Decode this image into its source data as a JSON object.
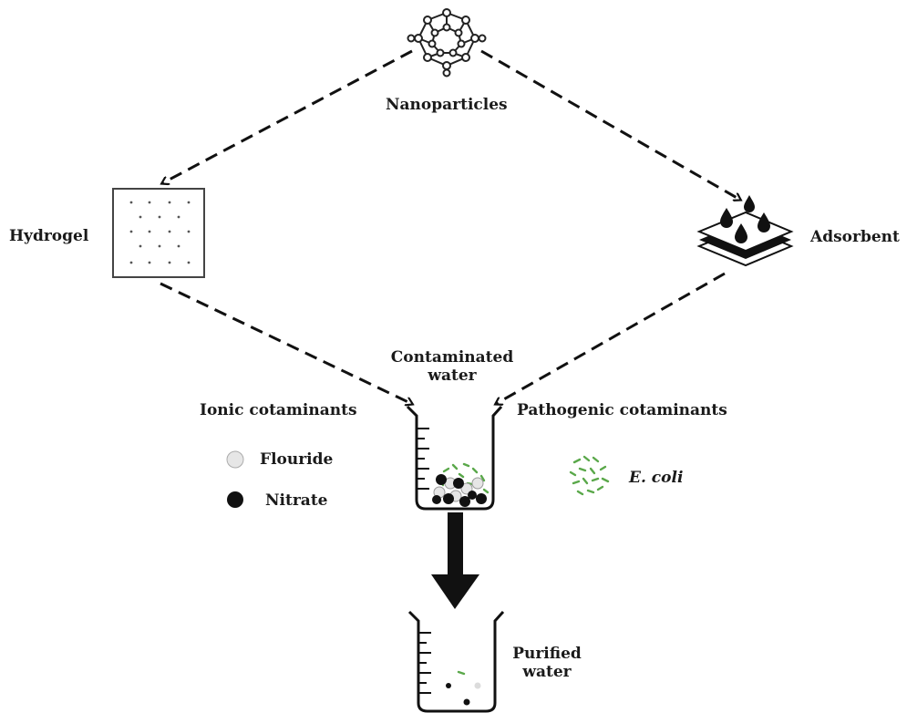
{
  "nodes": {
    "nanoparticles": "Nanoparticles",
    "hydrogel": "Hydrogel",
    "adsorbent": "Adsorbent",
    "contaminated_water_line1": "Contaminated",
    "contaminated_water_line2": "water",
    "purified_water_line1": "Purified",
    "purified_water_line2": "water"
  },
  "contaminants": {
    "ionic_heading": "Ionic cotaminants",
    "pathogenic_heading": "Pathogenic cotaminants",
    "ionic_items": [
      {
        "label": "Flouride",
        "color": "#e6e6e6"
      },
      {
        "label": "Nitrate",
        "color": "#111111"
      }
    ],
    "pathogenic_items": [
      {
        "label": "E. coli",
        "color": "#5aa84a"
      }
    ]
  },
  "colors": {
    "line": "#111111",
    "bacteria": "#5aa84a",
    "flouride": "#e6e6e6",
    "nitrate": "#111111"
  }
}
